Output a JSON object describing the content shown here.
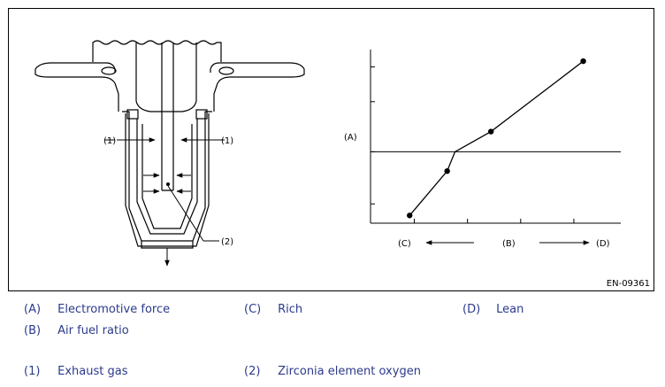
{
  "figure": {
    "code": "EN-09361",
    "sensor_callouts": {
      "left_exhaust": "(1)",
      "right_exhaust": "(1)",
      "zirconia": "(2)"
    },
    "graph": {
      "y_label": "(A)",
      "left_label": "(C)",
      "mid_label": "(B)",
      "right_label": "(D)"
    }
  },
  "chart_data": {
    "type": "line",
    "ylabel": "(A)",
    "xlabel": "(B)",
    "x_left_label": "(C)",
    "x_right_label": "(D)",
    "x": [
      1.25,
      2.45,
      3.85,
      6.8
    ],
    "y": [
      0.4,
      2.7,
      4.75,
      8.4
    ],
    "xlim": [
      0,
      8
    ],
    "ylim": [
      0,
      9
    ],
    "reference_y": 3.7,
    "grid": false
  },
  "legend": {
    "row1": [
      {
        "key": "(A)",
        "text": "Electromotive force"
      },
      {
        "key": "(C)",
        "text": "Rich"
      },
      {
        "key": "(D)",
        "text": "Lean"
      }
    ],
    "row2": [
      {
        "key": "(B)",
        "text": "Air fuel ratio"
      }
    ],
    "row3": [
      {
        "key": "(1)",
        "text": "Exhaust gas"
      },
      {
        "key": "(2)",
        "text": "Zirconia element oxygen"
      }
    ]
  },
  "colors": {
    "legend_text": "#2b3a8c",
    "line": "#000000"
  }
}
